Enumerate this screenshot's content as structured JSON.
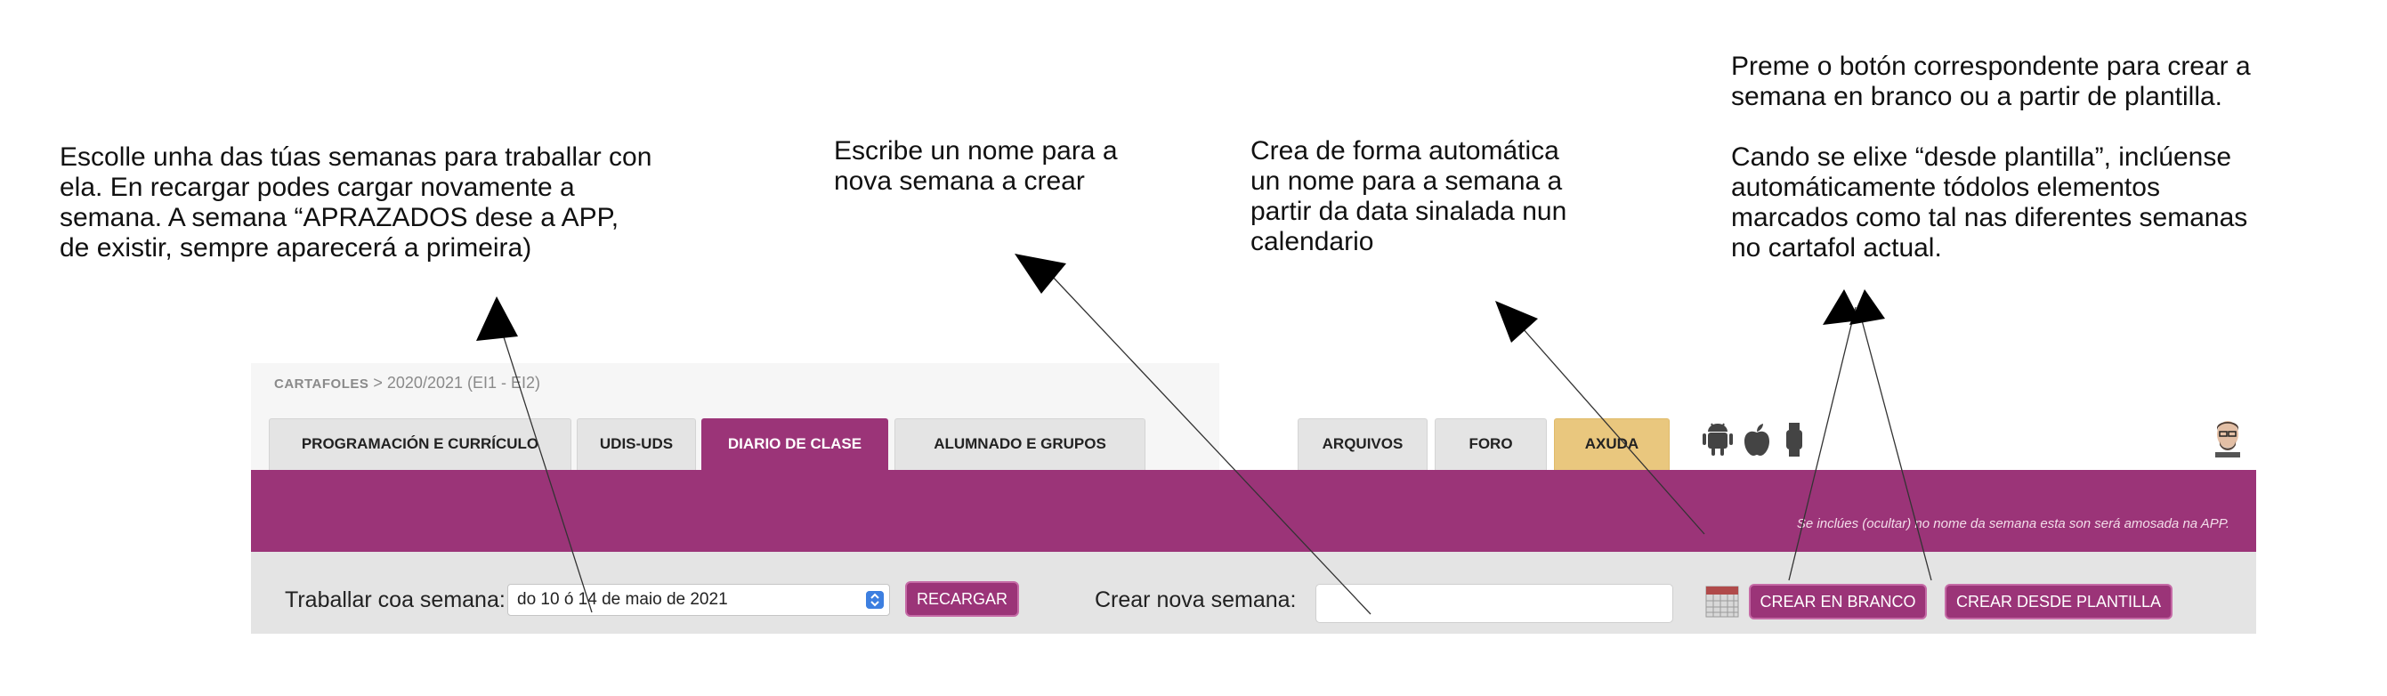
{
  "annotations": {
    "select_week": "Escolle unha das túas semanas para traballar con\nela. En recargar podes cargar novamente a\nsemana. A semana “APRAZADOS dese a APP,\nde existir, sempre aparecerá a primeira)",
    "week_name": "Escribe un nome para a\nnova  semana a crear",
    "auto_name": "Crea de forma automática\nun nome para a semana a\npartir da data sinalada nun\ncalendario",
    "create_buttons": "Preme o botón correspondente para crear a\nsemana en branco ou a partir de plantilla.\n\nCando se elixe “desde plantilla”, inclúense\nautomáticamente tódolos elementos\nmarcados como tal nas diferentes semanas\nno cartafol actual."
  },
  "breadcrumb": {
    "root": "CARTAFOLES",
    "path": " > 2020/2021 (EI1 - EI2)"
  },
  "tabs": {
    "programacion": "PROGRAMACIÓN E CURRÍCULO",
    "udis": "UDIS-UDS",
    "diario": "DIARIO DE CLASE",
    "alumnado": "ALUMNADO E GRUPOS",
    "arquivos": "ARQUIVOS",
    "foro": "FORO",
    "axuda": "AXUDA"
  },
  "banner": {
    "note": "Se inclúes (ocultar) no nome da semana esta son será amosada na APP."
  },
  "toolbar": {
    "week_label": "Traballar coa semana:",
    "week_selected": "do 10 ó 14 de maio de 2021",
    "reload_label": "RECARGAR",
    "new_week_label": "Crear nova semana:",
    "new_week_value": "",
    "blank_label": "CREAR EN BRANCO",
    "template_label": "CREAR DESDE PLANTILLA"
  },
  "icons": {
    "platforms": [
      "android-icon",
      "apple-icon",
      "watch-icon"
    ],
    "calendar": "calendar-icon",
    "avatar": "avatar"
  },
  "colors": {
    "accent": "#9b3478",
    "help_tab": "#e9c77e",
    "toolbar_bg": "#e4e4e4"
  }
}
